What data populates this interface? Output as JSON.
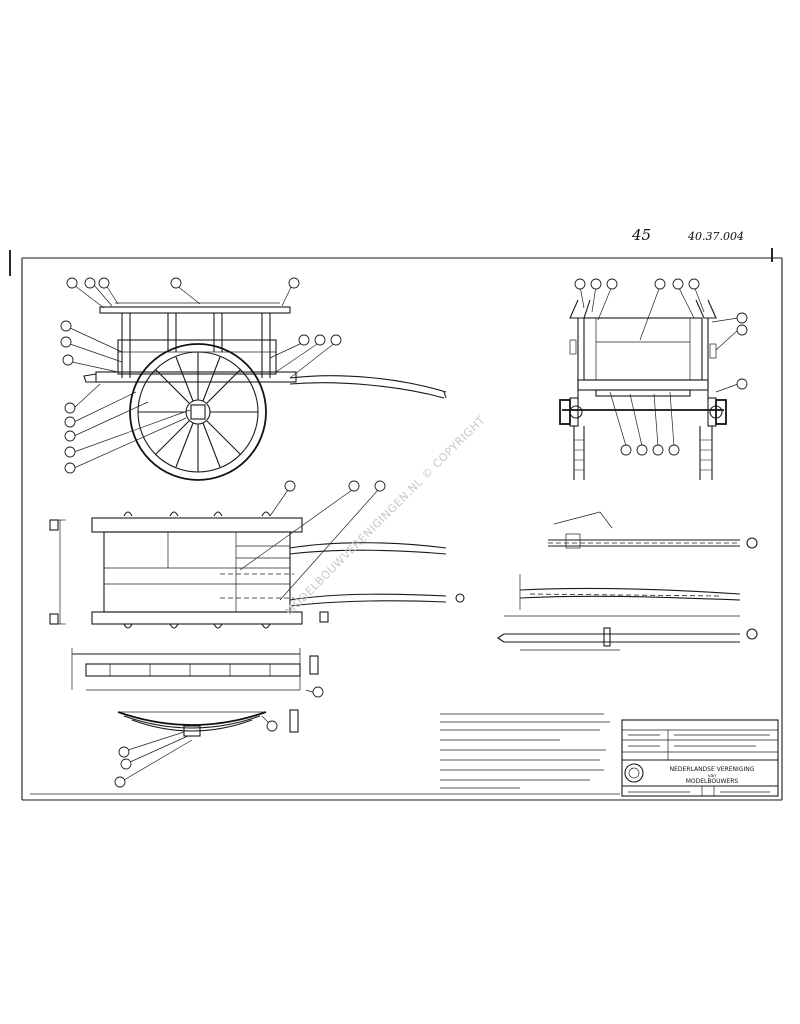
{
  "sheet": {
    "sheet_number": "45",
    "drawing_code": "40.37.004"
  },
  "title_block": {
    "organization_line1": "NEDERLANDSE VERENIGING",
    "organization_line2": "van",
    "organization_line3": "MODELBOUWERS"
  },
  "watermark": "MODELBOUWVERENIGINGEN.NL © COPYRIGHT",
  "colors": {
    "ink": "#1a1a1a",
    "paper": "#ffffff",
    "watermark": "#c8c8c8"
  }
}
